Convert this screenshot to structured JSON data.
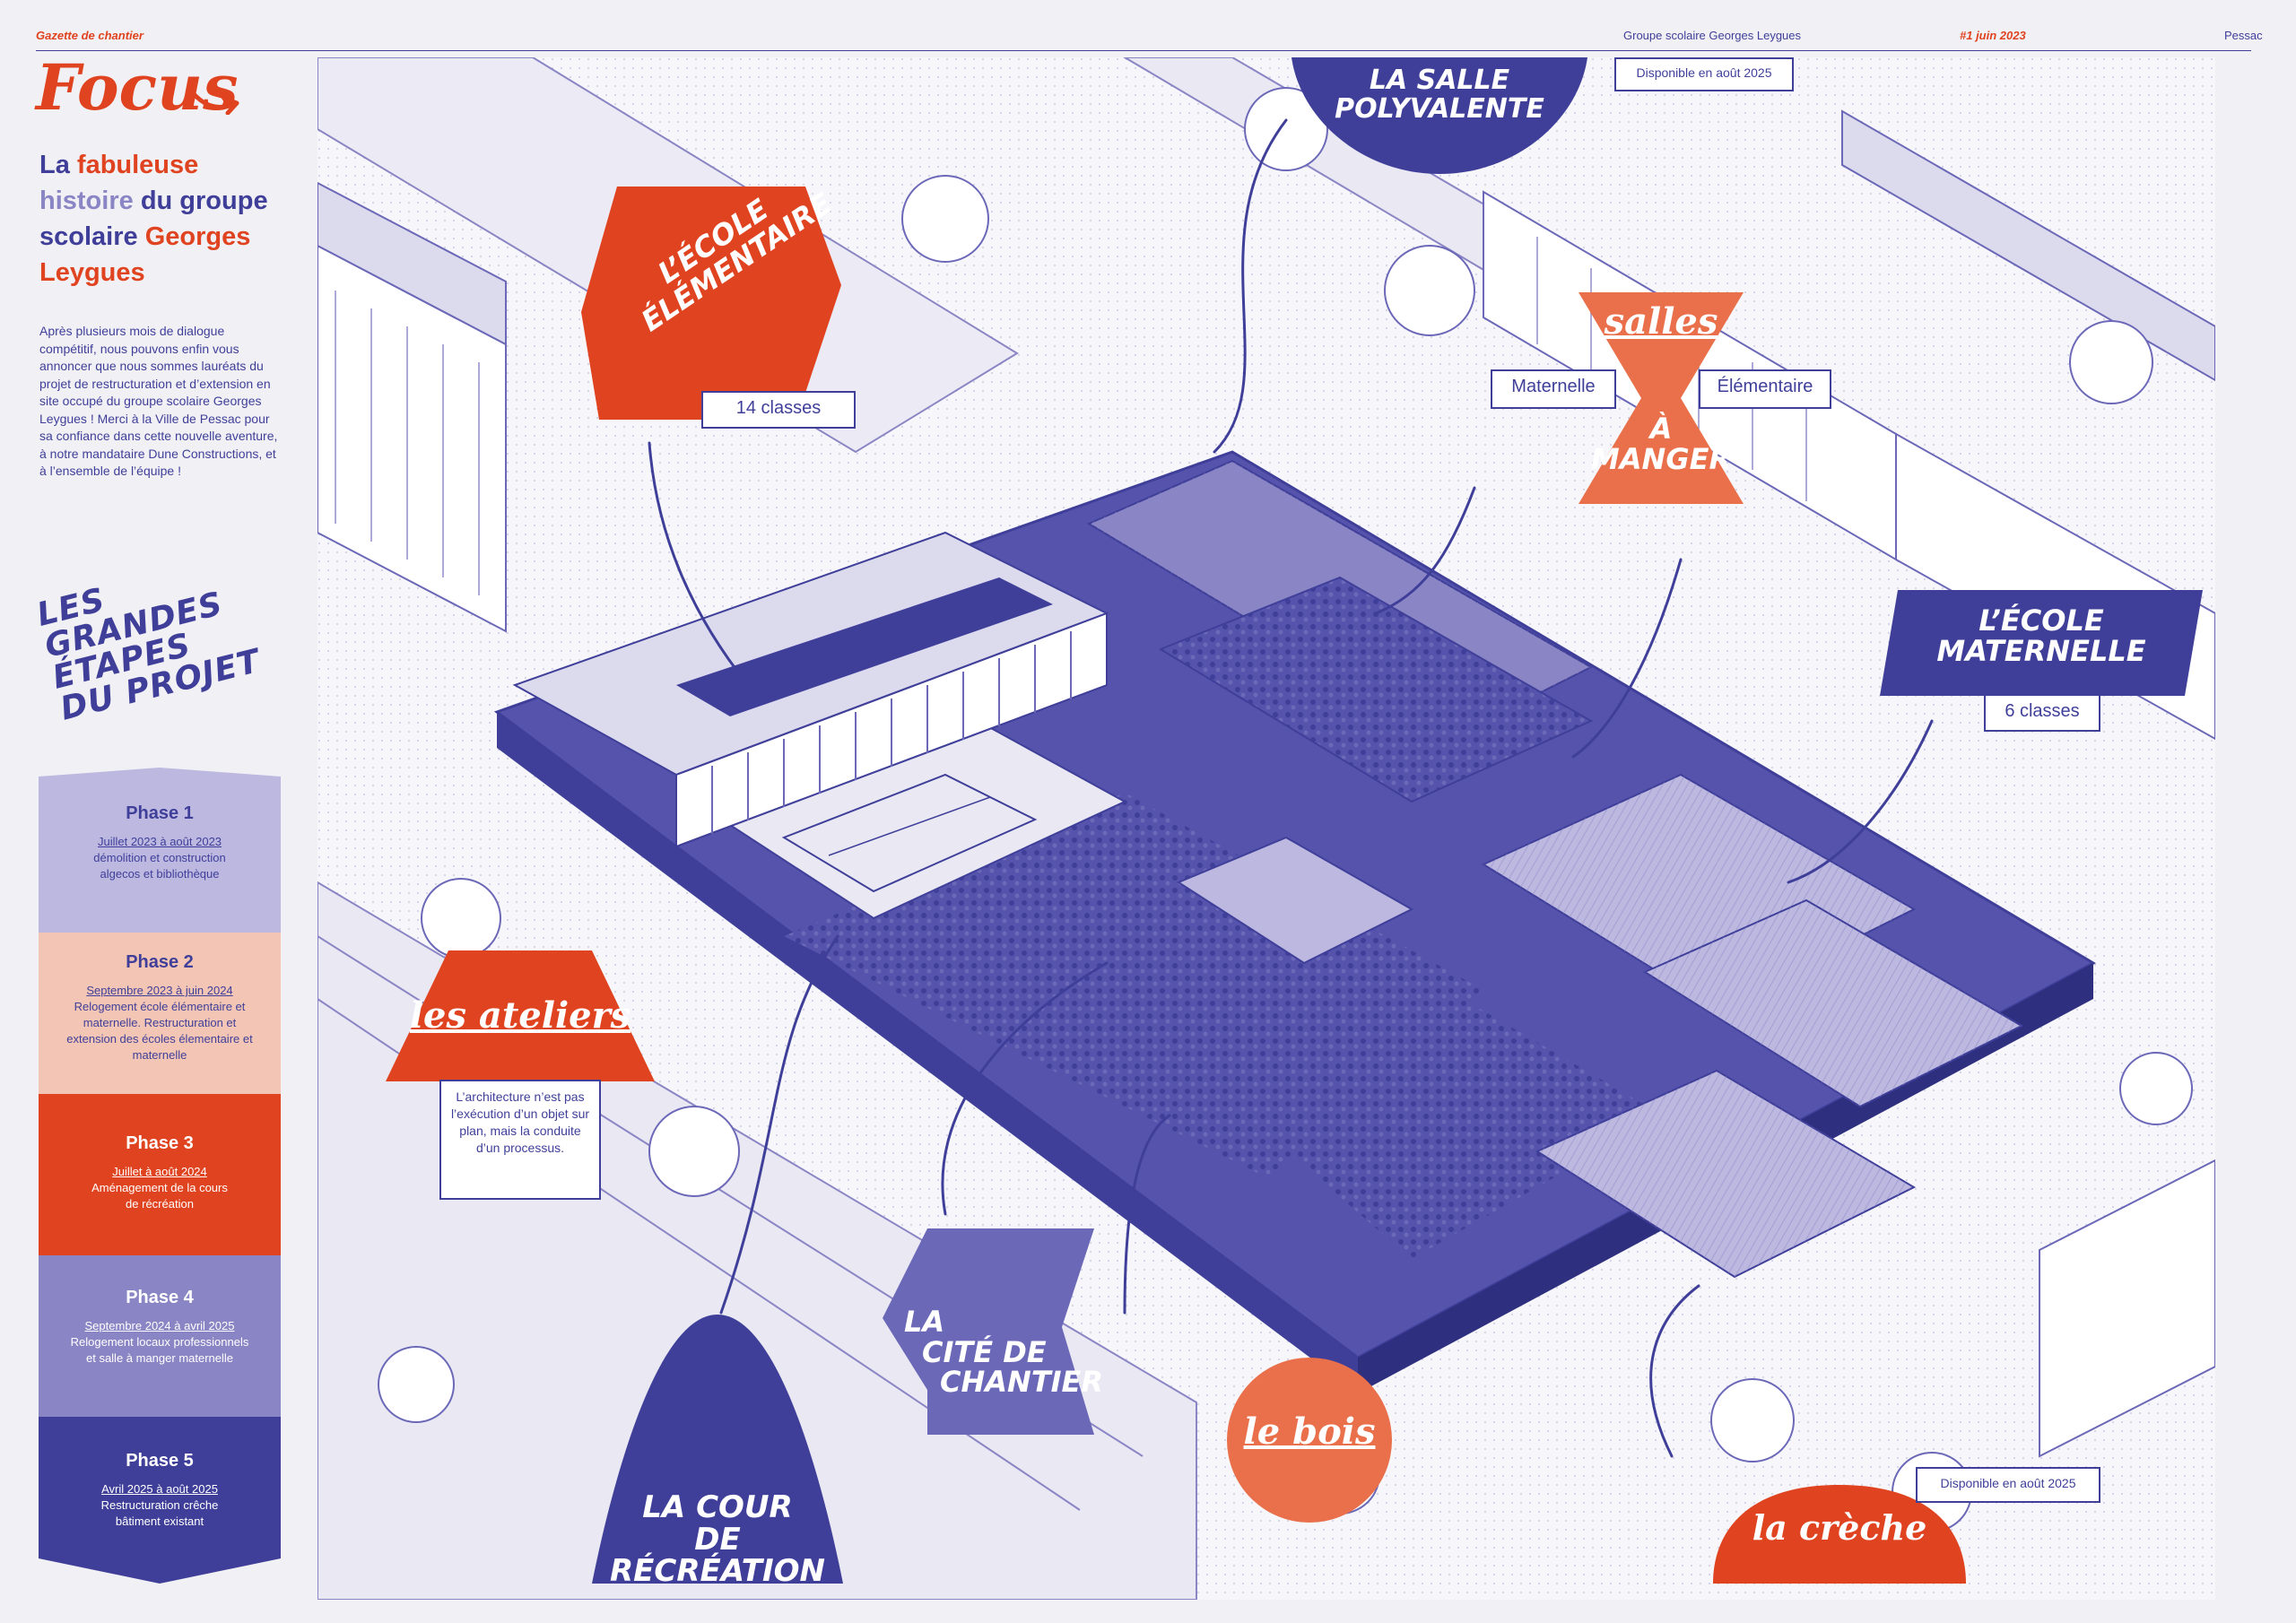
{
  "header": {
    "brand": "Gazette de chantier",
    "group": "Groupe scolaire Georges Leygues",
    "issue": "#1 juin 2023",
    "city": "Pessac"
  },
  "focus": {
    "title": "Focus"
  },
  "headline": {
    "w1": "La",
    "w2": "fabuleuse",
    "w3": "histoire",
    "w4": "du groupe",
    "w5": "scolaire",
    "w6": "Georges",
    "w7": "Leygues"
  },
  "intro": "Après plusieurs mois de dialogue compétitif, nous pouvons enfin vous annoncer que nous sommes lauréats du projet de restructuration et d’extension en site occupé du groupe scolaire Georges Leygues ! Merci à la Ville de Pessac pour sa confiance dans cette nouvelle aventure, à notre mandataire Dune Constructions, et à l’ensemble de l’équipe !",
  "steps": {
    "title_lines": [
      "LES",
      "GRANDES",
      "ÉTAPES",
      "DU PROJET"
    ],
    "phases": [
      {
        "title": "Phase 1",
        "dates": "Juillet 2023 à août 2023",
        "desc": "démolition et construction algecos et bibliothèque",
        "bg": "#bcb8e0",
        "fg": "#3f3f9a"
      },
      {
        "title": "Phase 2",
        "dates": "Septembre 2023 à juin 2024",
        "desc": "Relogement école élémentaire et maternelle. Restructuration et extension des écoles élementaire et maternelle",
        "bg": "#f2c5b4",
        "fg": "#3f3f9a"
      },
      {
        "title": "Phase 3",
        "dates": "Juillet à août 2024",
        "desc": "Aménagement de la cours de récréation",
        "bg": "#e0431f",
        "fg": "#ffffff"
      },
      {
        "title": "Phase 4",
        "dates": "Septembre 2024 à avril 2025",
        "desc": "Relogement locaux professionnels et salle à manger maternelle",
        "bg": "#8a85c4",
        "fg": "#ffffff"
      },
      {
        "title": "Phase 5",
        "dates": "Avril 2025 à août 2025",
        "desc": "Restructuration crêche bâtiment existant",
        "bg": "#3f3f9a",
        "fg": "#ffffff"
      }
    ]
  },
  "labels": {
    "salle_polyvalente": [
      "LA SALLE",
      "POLYVALENTE"
    ],
    "salle_polyvalente_note": "Disponible en août 2025",
    "ecole_elementaire": [
      "L’ÉCOLE",
      "ÉLÉMENTAIRE"
    ],
    "ecole_elementaire_classes": "14 classes",
    "salles_a_manger": {
      "script": "salles",
      "line1": "À",
      "line2": "MANGER"
    },
    "maternelle": "Maternelle",
    "elementaire": "Élémentaire",
    "ecole_maternelle": [
      "L’ÉCOLE",
      "MATERNELLE"
    ],
    "ecole_maternelle_classes": "6 classes",
    "ateliers": "les ateliers",
    "ateliers_quote": "L’architecture n’est pas l’exécution d’un objet sur plan, mais la conduite d’un processus.",
    "cite_chantier": [
      "LA",
      "CITÉ DE",
      "CHANTIER"
    ],
    "cour": [
      "LA COUR",
      "DE RÉCRÉATION"
    ],
    "bois": "le bois",
    "creche": "la crèche",
    "creche_note": "Disponible en août 2025"
  },
  "colors": {
    "navy": "#3f3f9a",
    "red": "#e0431f",
    "orange": "#e9704a",
    "lilac": "#8a85c4",
    "indigo": "#6c68b8"
  }
}
